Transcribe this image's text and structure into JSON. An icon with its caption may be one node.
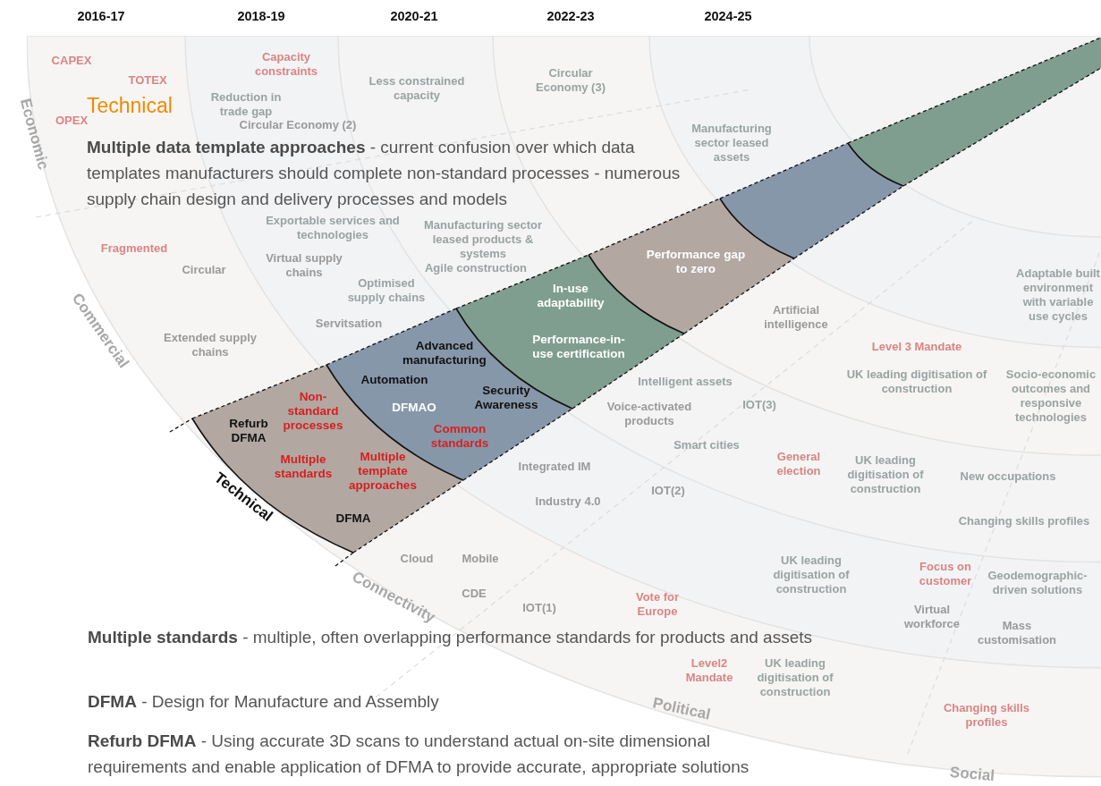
{
  "diagram": {
    "nodes": [
      {
        "text": [
          "Refurb DFMA",
          "Non-standard processes",
          "Multiple standards",
          "Multiple template approaches",
          "DFMA"
        ]
      },
      {
        "text": [
          "Advanced manufacturing",
          "Automation",
          "DFMAO",
          "Security Awareness",
          "Common standards"
        ]
      },
      {
        "text": [
          "In-use adaptability",
          "Performance-in-use certification"
        ]
      },
      {
        "text": [
          "Performance gap to zero"
        ]
      },
      {
        "text": [],
        "shape": "band"
      },
      {
        "text": [],
        "shape": "band"
      }
    ],
    "labels": [
      "2016-17",
      "2018-19",
      "2020-21",
      "2022-23",
      "2024-25",
      "CAPEX",
      "Capacity constraints",
      "Less constrained capacity",
      "Circular Economy (3)",
      "TOTEX",
      "Technical",
      "Reduction in trade gap",
      "OPEX",
      "Circular Economy (2)",
      "Economic",
      "Manufacturing sector leased assets",
      "**Multiple data template approaches** - current confusion over which data templates manufacturers should complete non-standard processes - numerous supply chain design and delivery processes and models",
      "Exportable services and technologies",
      "Manufacturing sector leased products & systems",
      "Agile construction",
      "Fragmented",
      "Circular",
      "Virtual supply chains",
      "Optimised supply chains",
      "Adaptable built environment with variable use cycles",
      "Servitsation",
      "Artificial intelligence",
      "Commercial",
      "Extended supply chains",
      "Level 3 Mandate",
      "Intelligent assets",
      "UK leading digitisation of construction",
      "Socio-economic outcomes and responsive technologies",
      "Voice-activated products",
      "IOT(3)",
      "Smart cities",
      "General election",
      "UK leading digitisation of construction",
      "New occupations",
      "Integrated IM",
      "IOT(2)",
      "Technical",
      "Industry 4.0",
      "Changing skills profiles",
      "Cloud",
      "Mobile",
      "UK leading digitisation of construction",
      "Focus on customer",
      "Geodemographic-driven solutions",
      "CDE",
      "IOT(1)",
      "Connectivity",
      "Vote for Europe",
      "Virtual workforce",
      "Mass customisation",
      "Level2 Mandate",
      "UK leading digitisation of construction",
      "Political",
      "Changing skills profiles",
      "Social",
      "**Multiple standards** - multiple, often overlapping performance standards for products and assets",
      "**DFMA** - Design for Manufacture and Assembly",
      "**Refurb DFMA** - Using accurate 3D scans to understand actual on-site dimensional requirements and enable application of DFMA to provide accurate, appropriate solutions"
    ]
  }
}
